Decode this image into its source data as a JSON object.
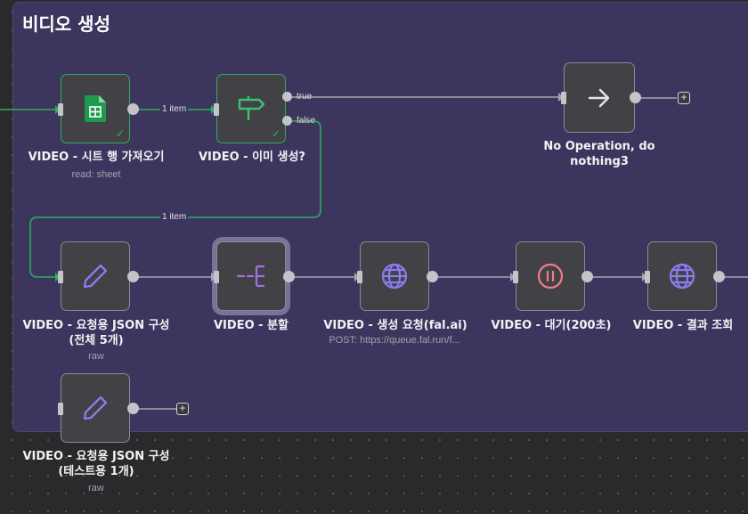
{
  "group": {
    "title": "비디오 생성"
  },
  "nodes": {
    "sheet": {
      "label": "VIDEO - 시트 행 가져오기",
      "sub": "read: sheet"
    },
    "if": {
      "label": "VIDEO - 이미 생성?",
      "true_label": "true",
      "false_label": "false"
    },
    "noop": {
      "label_line1": "No Operation, do",
      "label_line2": "nothing3"
    },
    "json_all": {
      "label_line1": "VIDEO - 요청용 JSON 구성",
      "label_line2": "(전체 5개)",
      "sub": "raw"
    },
    "split": {
      "label": "VIDEO - 분할"
    },
    "request": {
      "label": "VIDEO - 생성 요청(fal.ai)",
      "sub": "POST: https://queue.fal.run/f..."
    },
    "wait": {
      "label": "VIDEO - 대기(200초)"
    },
    "result": {
      "label": "VIDEO - 결과 조회"
    },
    "json_test": {
      "label_line1": "VIDEO - 요청용 JSON 구성",
      "label_line2": "(테스트용 1개)",
      "sub": "raw"
    }
  },
  "connections": {
    "item_label_1": "1 item",
    "item_label_2": "1 item"
  },
  "icons": {
    "sheet": "google-sheets-icon",
    "if": "signpost-icon",
    "noop": "arrow-right-icon",
    "json": "pencil-icon",
    "split": "split-out-icon",
    "http": "globe-icon",
    "wait": "pause-icon"
  },
  "colors": {
    "success": "#2fae5c",
    "group_bg": "#3c365e",
    "accent_purple": "#8b7cf0",
    "wait_pink": "#f07c8c"
  }
}
